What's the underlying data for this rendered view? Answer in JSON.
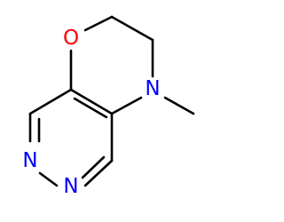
{
  "molecule": {
    "atoms": {
      "oxygen": {
        "symbol": "O",
        "color": "#ff0000"
      },
      "amine_nitrogen": {
        "symbol": "N",
        "color": "#0000ff"
      },
      "ring_nitrogen_1": {
        "symbol": "N",
        "color": "#0000ff"
      },
      "ring_nitrogen_2": {
        "symbol": "N",
        "color": "#0000ff"
      }
    },
    "bond_color": "#000000"
  }
}
